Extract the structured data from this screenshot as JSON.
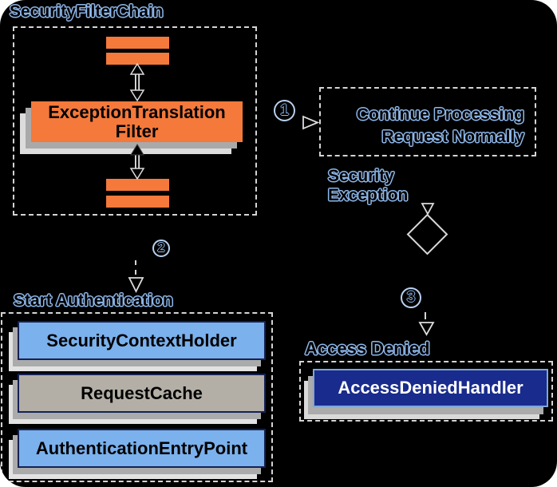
{
  "title": "SecurityFilterChain",
  "colors": {
    "canvas_background": "#000000",
    "page_background": "#ffffff",
    "orange": "#f4793b",
    "light_blue_box": "#7bb1ec",
    "warm_gray_box": "#b3afa6",
    "navy_box_fill": "#192b8c",
    "navy_border": "#152155",
    "handler_border": "#7ea6d8",
    "label_outline_blue": "#8fb8ea",
    "dashed_border": "#d4d4d4",
    "shadow_gray": "#ababab",
    "shadow_light": "#e2e2e2"
  },
  "filter_chain": {
    "filter_label_line1": "ExceptionTranslation",
    "filter_label_line2": "Filter"
  },
  "flow": {
    "step1": "1",
    "step2": "2",
    "step3": "3",
    "continue_line1": "Continue Processing",
    "continue_line2": "Request Normally",
    "exception_line1": "Security",
    "exception_line2": "Exception"
  },
  "start_authentication": {
    "label": "Start Authentication",
    "boxes": [
      {
        "label": "SecurityContextHolder"
      },
      {
        "label": "RequestCache"
      },
      {
        "label": "AuthenticationEntryPoint"
      }
    ]
  },
  "access_denied": {
    "label": "Access Denied",
    "handler_label": "AccessDeniedHandler"
  }
}
